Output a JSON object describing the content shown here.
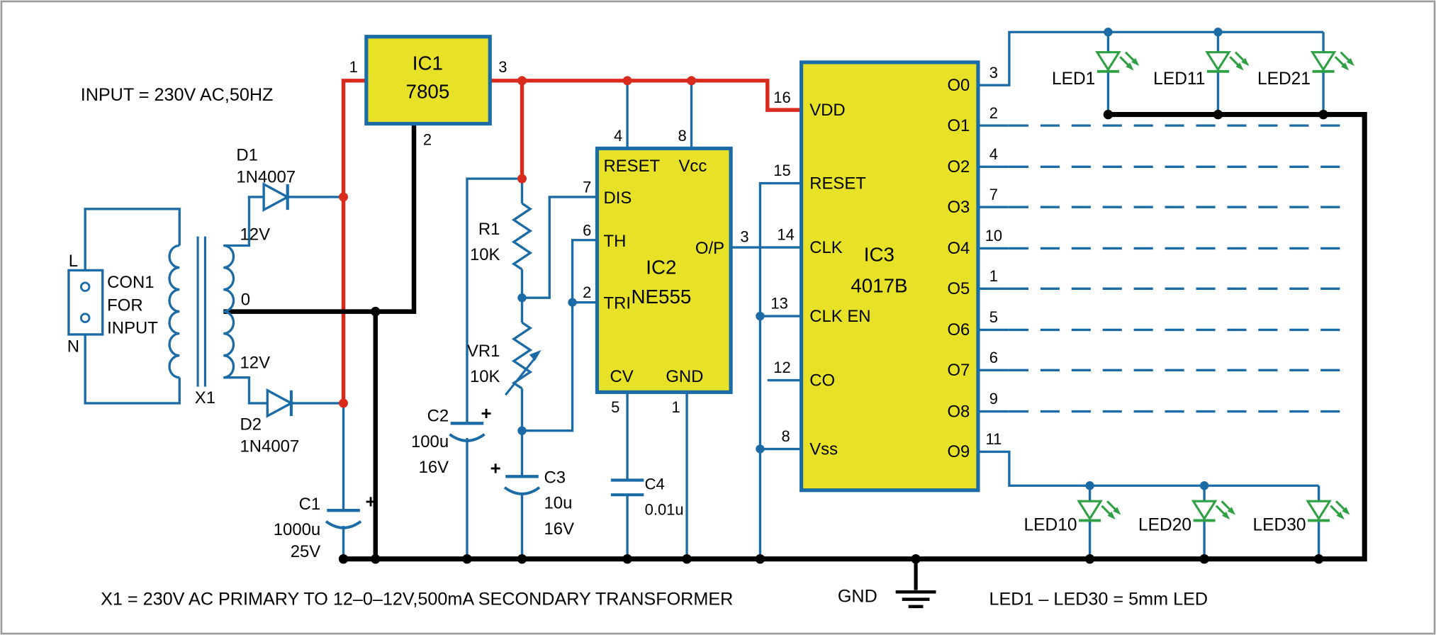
{
  "diagram": {
    "input_note": "INPUT = 230V AC,50HZ",
    "transformer_note": "X1 = 230V AC PRIMARY TO 12–0–12V,500mA SECONDARY TRANSFORMER",
    "led_note": "LED1 – LED30 = 5mm LED",
    "gnd_label": "GND"
  },
  "colors": {
    "wire_blue": "#1b6ba6",
    "power_red": "#d92a1e",
    "ic_fill_yellow": "#e7e128",
    "led_green": "#2fa043",
    "ground_black": "#000000"
  },
  "con1": {
    "l": "L",
    "n": "N",
    "caption": [
      "CON1",
      "FOR",
      "INPUT"
    ]
  },
  "transformer": {
    "name": "X1",
    "taps": {
      "top": "12V",
      "mid": "0",
      "bottom": "12V"
    }
  },
  "diodes": {
    "d1": {
      "name": "D1",
      "part": "1N4007"
    },
    "d2": {
      "name": "D2",
      "part": "1N4007"
    }
  },
  "regulator": {
    "name": "IC1",
    "part": "7805",
    "pins": {
      "input": "1",
      "ground": "2",
      "output": "3"
    }
  },
  "capacitors": {
    "c1": {
      "name": "C1",
      "value": "1000u",
      "rating": "25V",
      "polarity": "+"
    },
    "c2": {
      "name": "C2",
      "value": "100u",
      "rating": "16V",
      "polarity": "+"
    },
    "c3": {
      "name": "C3",
      "value": "10u",
      "rating": "16V",
      "polarity": "+"
    },
    "c4": {
      "name": "C4",
      "value": "0.01u"
    }
  },
  "resistors": {
    "r1": {
      "name": "R1",
      "value": "10K"
    },
    "vr1": {
      "name": "VR1",
      "value": "10K"
    }
  },
  "timer": {
    "name": "IC2",
    "part": "NE555",
    "pins": {
      "reset": {
        "label": "RESET",
        "num": "4"
      },
      "vcc": {
        "label": "Vcc",
        "num": "8"
      },
      "dis": {
        "label": "DIS",
        "num": "7"
      },
      "th": {
        "label": "TH",
        "num": "6"
      },
      "tri": {
        "label": "TRI",
        "num": "2"
      },
      "cv": {
        "label": "CV",
        "num": "5"
      },
      "gnd": {
        "label": "GND",
        "num": "1"
      },
      "out": {
        "label": "O/P",
        "num": "3"
      }
    }
  },
  "counter": {
    "name": "IC3",
    "part": "4017B",
    "left_pins": [
      {
        "label": "VDD",
        "num": "16"
      },
      {
        "label": "RESET",
        "num": "15"
      },
      {
        "label": "CLK",
        "num": "14"
      },
      {
        "label": "CLK EN",
        "num": "13"
      },
      {
        "label": "CO",
        "num": "12"
      },
      {
        "label": "Vss",
        "num": "8"
      }
    ],
    "right_pins": [
      {
        "label": "O0",
        "num": "3"
      },
      {
        "label": "O1",
        "num": "2"
      },
      {
        "label": "O2",
        "num": "4"
      },
      {
        "label": "O3",
        "num": "7"
      },
      {
        "label": "O4",
        "num": "10"
      },
      {
        "label": "O5",
        "num": "1"
      },
      {
        "label": "O6",
        "num": "5"
      },
      {
        "label": "O7",
        "num": "6"
      },
      {
        "label": "O8",
        "num": "9"
      },
      {
        "label": "O9",
        "num": "11"
      }
    ]
  },
  "leds": {
    "top": [
      "LED1",
      "LED11",
      "LED21"
    ],
    "bottom": [
      "LED10",
      "LED20",
      "LED30"
    ]
  }
}
